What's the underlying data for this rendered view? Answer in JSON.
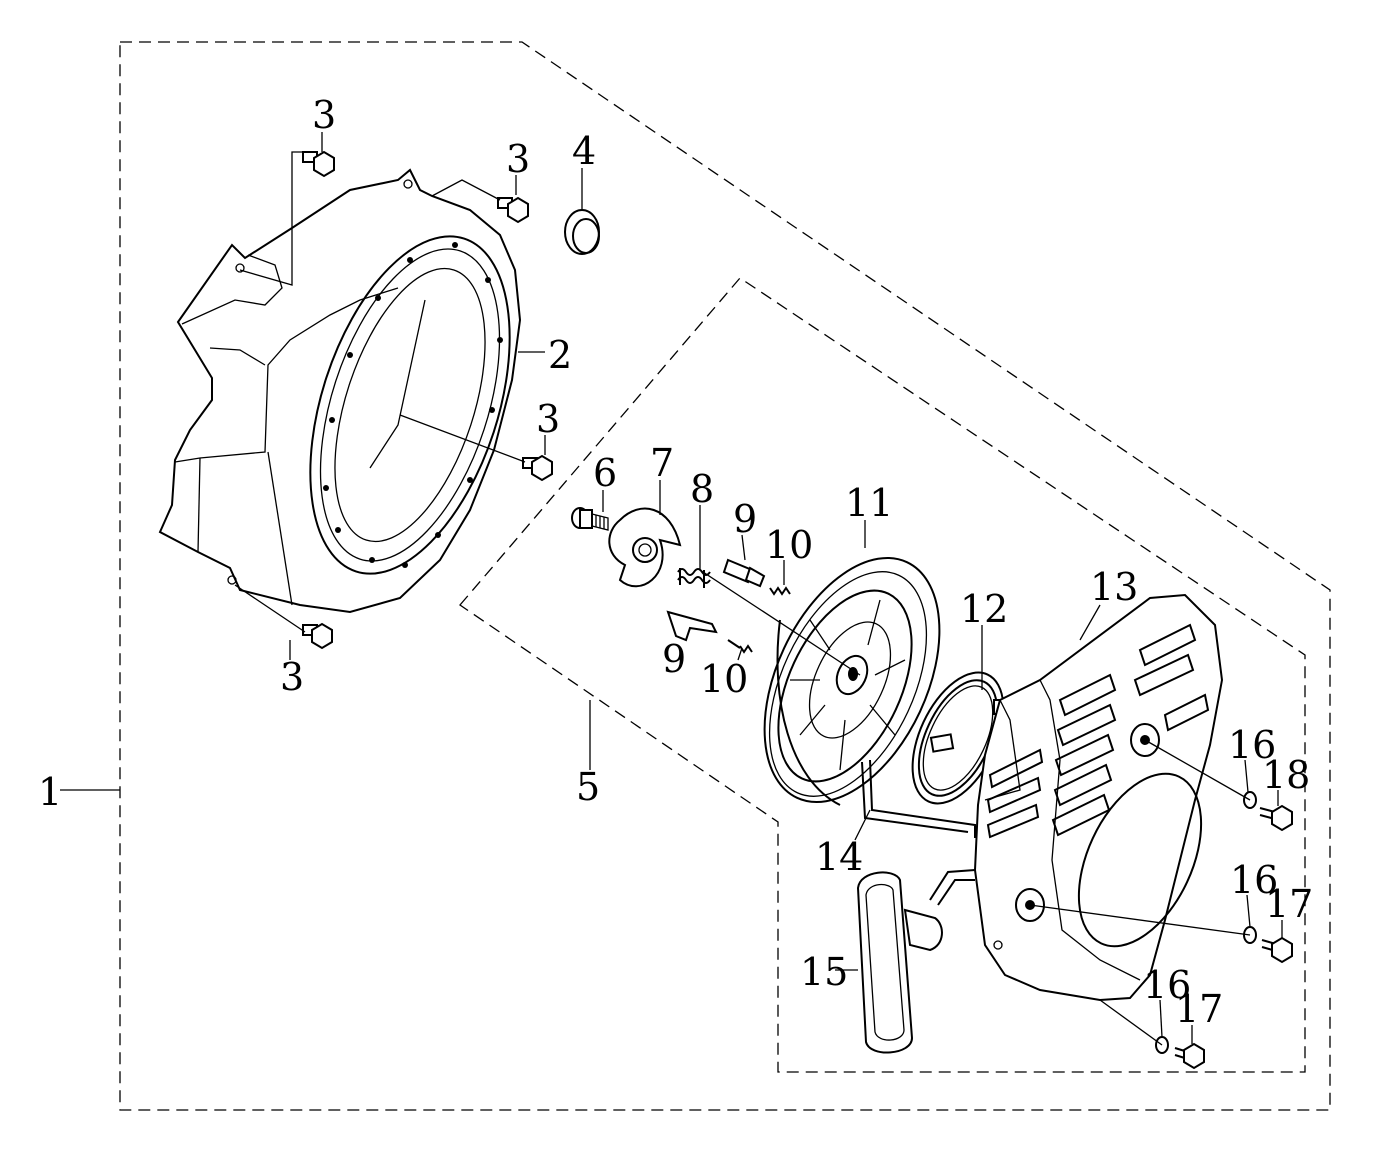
{
  "callouts": {
    "c1": "1",
    "c2": "2",
    "c3a": "3",
    "c3b": "3",
    "c3c": "3",
    "c3d": "3",
    "c4": "4",
    "c5": "5",
    "c6": "6",
    "c7": "7",
    "c8": "8",
    "c9a": "9",
    "c9b": "9",
    "c10a": "10",
    "c10b": "10",
    "c11": "11",
    "c12": "12",
    "c13": "13",
    "c14": "14",
    "c15": "15",
    "c16a": "16",
    "c16b": "16",
    "c16c": "16",
    "c17a": "17",
    "c17b": "17",
    "c18": "18"
  }
}
